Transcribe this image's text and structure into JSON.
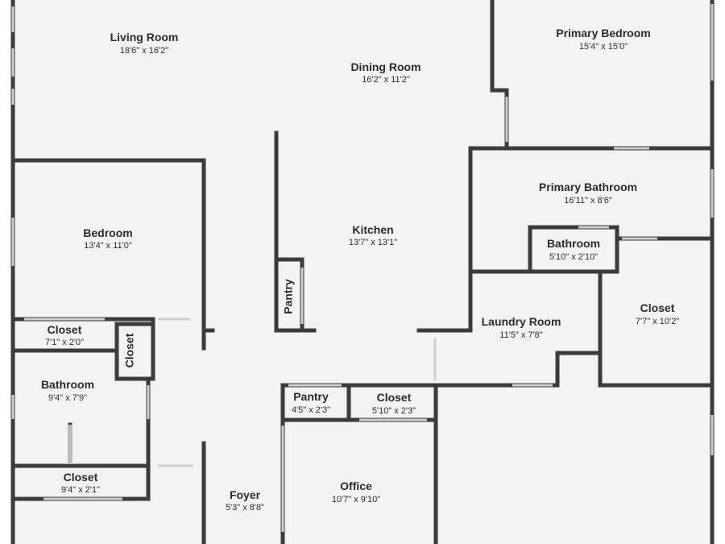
{
  "rooms": [
    {
      "id": "living-room",
      "name": "Living Room",
      "dims": "18'6\" x 16'2\""
    },
    {
      "id": "dining-room",
      "name": "Dining Room",
      "dims": "16'2\" x 11'2\""
    },
    {
      "id": "primary-bedroom",
      "name": "Primary Bedroom",
      "dims": "15'4\" x 15'0\""
    },
    {
      "id": "primary-bathroom",
      "name": "Primary Bathroom",
      "dims": "16'11\" x 8'6\""
    },
    {
      "id": "bedroom",
      "name": "Bedroom",
      "dims": "13'4\" x 11'0\""
    },
    {
      "id": "kitchen",
      "name": "Kitchen",
      "dims": "13'7\" x 13'1\""
    },
    {
      "id": "bathroom-small",
      "name": "Bathroom",
      "dims": "5'10\" x 2'10\""
    },
    {
      "id": "pantry-vertical",
      "name": "Pantry",
      "dims": ""
    },
    {
      "id": "closet-bedroom",
      "name": "Closet",
      "dims": "7'1\" x 2'0\""
    },
    {
      "id": "closet-vertical",
      "name": "Closet",
      "dims": ""
    },
    {
      "id": "laundry-room",
      "name": "Laundry Room",
      "dims": "11'5\" x 7'8\""
    },
    {
      "id": "closet-right",
      "name": "Closet",
      "dims": "7'7\" x 10'2\""
    },
    {
      "id": "bathroom",
      "name": "Bathroom",
      "dims": "9'4\" x 7'9\""
    },
    {
      "id": "pantry",
      "name": "Pantry",
      "dims": "4'5\" x 2'3\""
    },
    {
      "id": "closet-center",
      "name": "Closet",
      "dims": "5'10\" x 2'3\""
    },
    {
      "id": "closet-lower",
      "name": "Closet",
      "dims": "9'4\" x 2'1\""
    },
    {
      "id": "foyer",
      "name": "Foyer",
      "dims": "5'3\" x 8'8\""
    },
    {
      "id": "office",
      "name": "Office",
      "dims": "10'7\" x 9'10\""
    }
  ],
  "colors": {
    "wall": "#3b3b3b",
    "floor": "#f3f3f3",
    "window": "#cfcfcf",
    "text": "#2b2b2b"
  }
}
